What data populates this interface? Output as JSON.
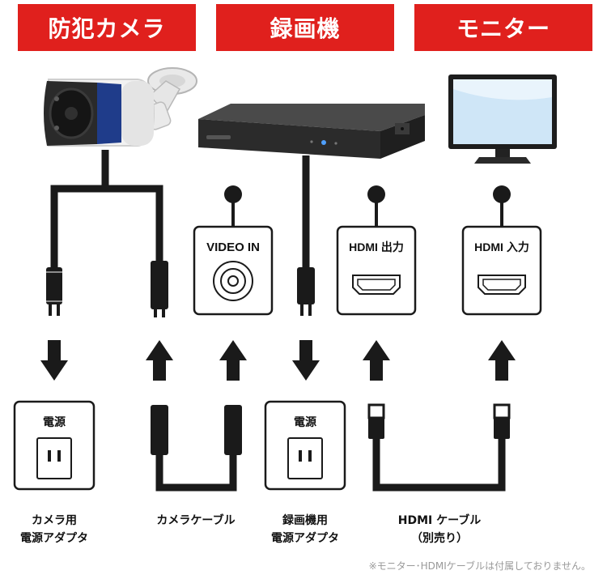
{
  "headers": {
    "camera": "防犯カメラ",
    "recorder": "録画機",
    "monitor": "モニター"
  },
  "ports": {
    "video_in": "VIDEO IN",
    "hdmi_out": "HDMI 出力",
    "hdmi_in": "HDMI 入力"
  },
  "outlets": {
    "left": "電源",
    "right": "電源"
  },
  "captions": {
    "camera_adapter_1": "カメラ用",
    "camera_adapter_2": "電源アダプタ",
    "camera_cable": "カメラケーブル",
    "recorder_adapter_1": "録画機用",
    "recorder_adapter_2": "電源アダプタ",
    "hdmi_cable_1": "HDMI ケーブル",
    "hdmi_cable_2": "（別売り）"
  },
  "footnote": "※モニター･HDMIケーブルは付属しておりません。",
  "colors": {
    "header_red": "#e0201d",
    "cable": "#1a1a1a"
  }
}
